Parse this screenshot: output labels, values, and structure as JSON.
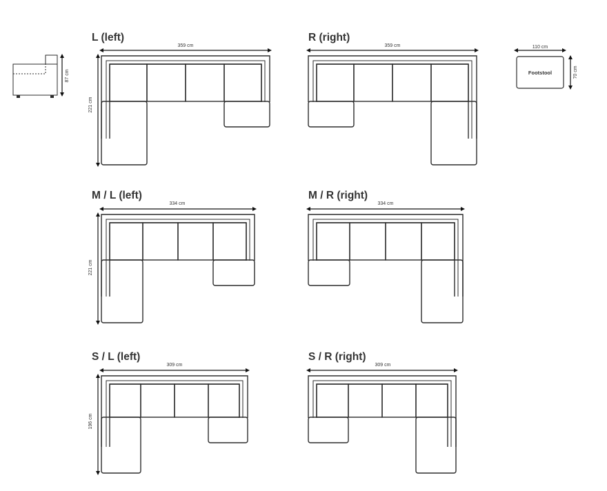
{
  "side_view": {
    "height_label": "87 cm"
  },
  "footstool": {
    "label": "Footstool",
    "width_label": "110 cm",
    "depth_label": "70 cm"
  },
  "variants": [
    {
      "id": "L-left",
      "title": "L (left)",
      "width_label": "359 cm",
      "depth_label": "221 cm",
      "chaise_side": "left"
    },
    {
      "id": "R-right",
      "title": "R (right)",
      "width_label": "359 cm",
      "depth_label": "",
      "chaise_side": "right"
    },
    {
      "id": "M-left",
      "title": "M / L (left)",
      "width_label": "334 cm",
      "depth_label": "221 cm",
      "chaise_side": "left"
    },
    {
      "id": "M-right",
      "title": "M / R (right)",
      "width_label": "334 cm",
      "depth_label": "",
      "chaise_side": "right"
    },
    {
      "id": "S-left",
      "title": "S / L (left)",
      "width_label": "309 cm",
      "depth_label": "196 cm",
      "chaise_side": "left"
    },
    {
      "id": "S-right",
      "title": "S / R (right)",
      "width_label": "309 cm",
      "depth_label": "",
      "chaise_side": "right"
    }
  ]
}
